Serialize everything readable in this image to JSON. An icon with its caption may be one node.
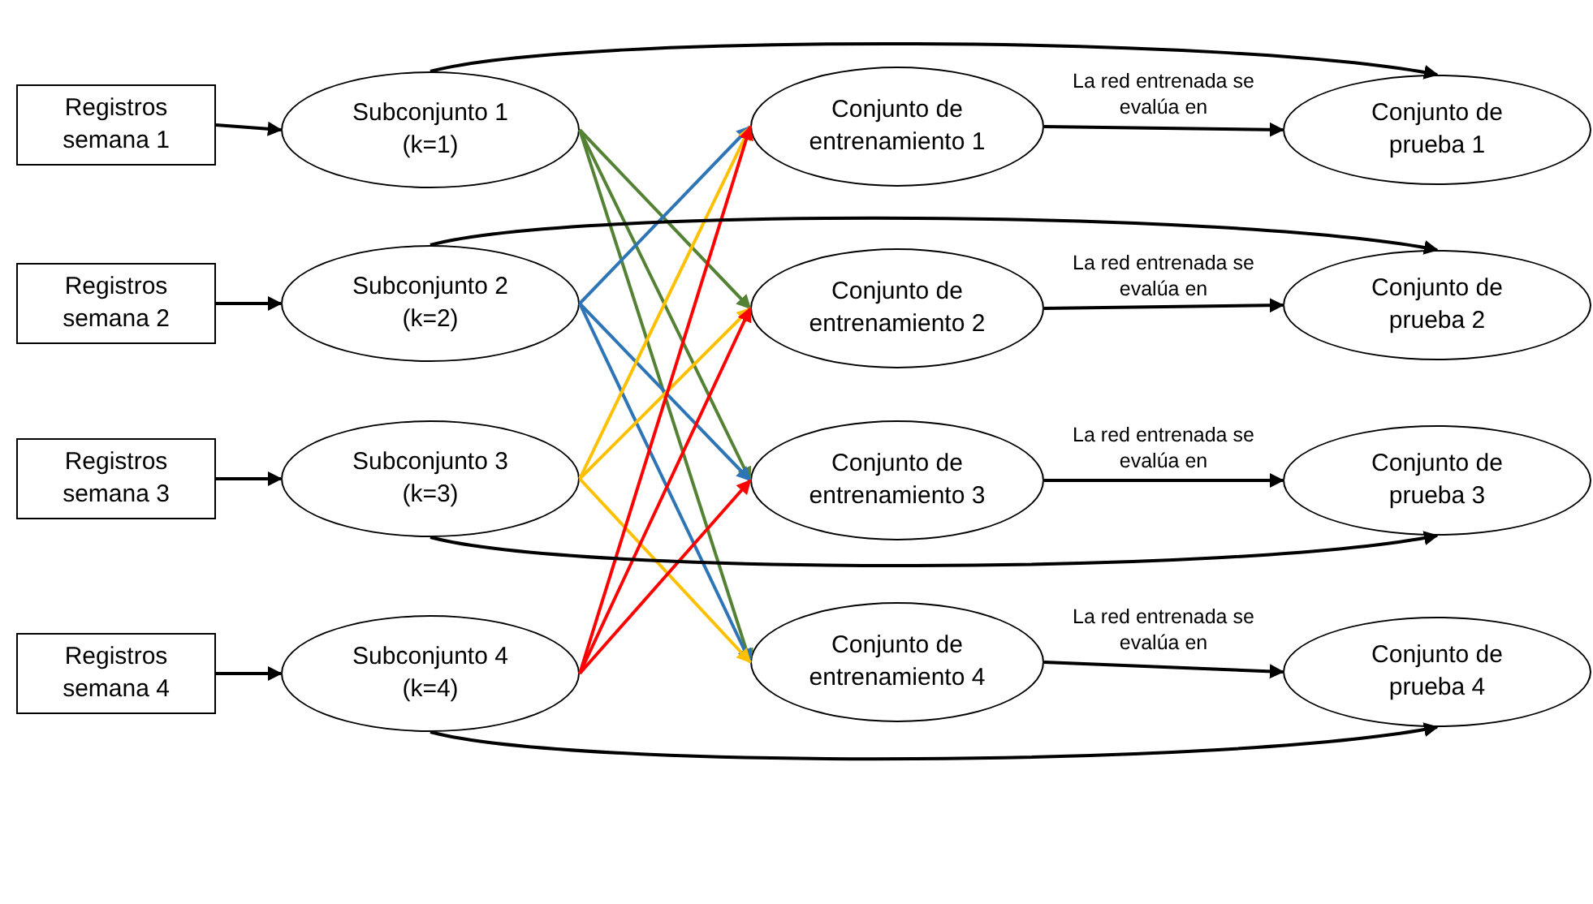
{
  "diagram": {
    "nodes": [
      {
        "text": [
          "Registros semana 1"
        ]
      },
      {
        "text": [
          "Subconjunto 1 (k=1)"
        ]
      },
      {
        "text": [
          "Conjunto de entrenamiento 1"
        ]
      },
      {
        "text": [
          "Conjunto de prueba 1"
        ]
      },
      {
        "text": [
          "Registros semana 2"
        ]
      },
      {
        "text": [
          "Subconjunto 2 (k=2)"
        ]
      },
      {
        "text": [
          "Conjunto de entrenamiento 2"
        ]
      },
      {
        "text": [
          "Conjunto de prueba 2"
        ]
      },
      {
        "text": [
          "Registros semana 3"
        ]
      },
      {
        "text": [
          "Subconjunto 3 (k=3)"
        ]
      },
      {
        "text": [
          "Conjunto de entrenamiento 3"
        ]
      },
      {
        "text": [
          "Conjunto de prueba 3"
        ]
      },
      {
        "text": [
          "Registros semana 4"
        ]
      },
      {
        "text": [
          "Subconjunto 4 (k=4)"
        ]
      },
      {
        "text": [
          "Conjunto de entrenamiento 4"
        ]
      },
      {
        "text": [
          "Conjunto de prueba 4"
        ]
      }
    ],
    "edges": [
      {
        "from": 0,
        "to": 1,
        "arrow": "to"
      },
      {
        "from": 4,
        "to": 5,
        "arrow": "to"
      },
      {
        "from": 8,
        "to": 9,
        "arrow": "to"
      },
      {
        "from": 12,
        "to": 13,
        "arrow": "to"
      },
      {
        "from": 1,
        "to": 6,
        "arrow": "to",
        "color": "#548235"
      },
      {
        "from": 1,
        "to": 10,
        "arrow": "to",
        "color": "#548235"
      },
      {
        "from": 1,
        "to": 14,
        "arrow": "to",
        "color": "#548235"
      },
      {
        "from": 5,
        "to": 2,
        "arrow": "to",
        "color": "#2e75b6"
      },
      {
        "from": 5,
        "to": 10,
        "arrow": "to",
        "color": "#2e75b6"
      },
      {
        "from": 5,
        "to": 14,
        "arrow": "to",
        "color": "#2e75b6"
      },
      {
        "from": 9,
        "to": 2,
        "arrow": "to",
        "color": "#ffc000"
      },
      {
        "from": 9,
        "to": 6,
        "arrow": "to",
        "color": "#ffc000"
      },
      {
        "from": 9,
        "to": 14,
        "arrow": "to",
        "color": "#ffc000"
      },
      {
        "from": 13,
        "to": 2,
        "arrow": "to",
        "color": "#ff0000"
      },
      {
        "from": 13,
        "to": 6,
        "arrow": "to",
        "color": "#ff0000"
      },
      {
        "from": 13,
        "to": 10,
        "arrow": "to",
        "color": "#ff0000"
      },
      {
        "from": 2,
        "to": 3,
        "label": "La red entrenada se evalúa en",
        "arrow": "to"
      },
      {
        "from": 6,
        "to": 7,
        "label": "La red entrenada se evalúa en",
        "arrow": "to"
      },
      {
        "from": 10,
        "to": 11,
        "label": "La red entrenada se evalúa en",
        "arrow": "to"
      },
      {
        "from": 14,
        "to": 15,
        "label": "La red entrenada se evalúa en",
        "arrow": "to"
      },
      {
        "from": 1,
        "to": 3,
        "arrow": "to"
      },
      {
        "from": 5,
        "to": 7,
        "arrow": "to"
      },
      {
        "from": 9,
        "to": 11,
        "arrow": "to"
      },
      {
        "from": 13,
        "to": 15,
        "arrow": "to"
      }
    ]
  }
}
